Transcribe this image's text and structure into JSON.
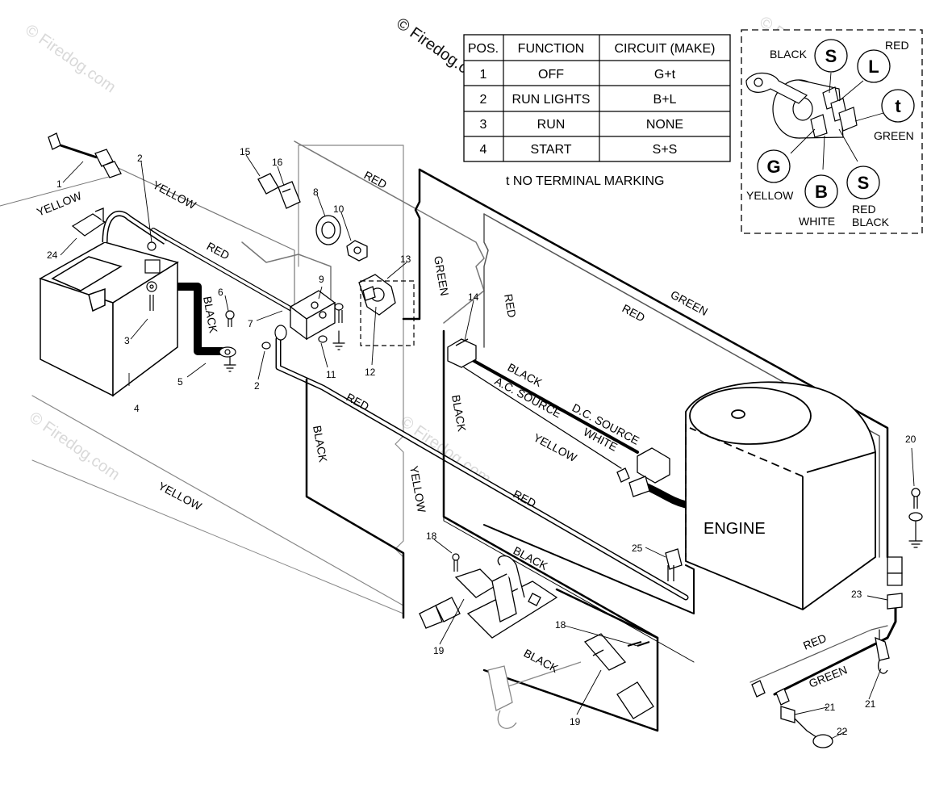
{
  "watermark": {
    "brand": "© Firedog.com",
    "faint": "© Firedog.com"
  },
  "function_table": {
    "headers": [
      "POS.",
      "FUNCTION",
      "CIRCUIT  (MAKE)"
    ],
    "rows": [
      [
        "1",
        "OFF",
        "G+t"
      ],
      [
        "2",
        "RUN LIGHTS",
        "B+L"
      ],
      [
        "3",
        "RUN",
        "NONE"
      ],
      [
        "4",
        "START",
        "S+S"
      ]
    ],
    "note": "t  NO TERMINAL MARKING"
  },
  "switch_detail": {
    "terminals": {
      "s_top": "S",
      "l": "L",
      "t": "t",
      "g": "G",
      "b": "B",
      "s_bottom": "S"
    },
    "labels": {
      "black": "BLACK",
      "red": "RED",
      "green": "GREEN",
      "yellow": "YELLOW",
      "white": "WHITE",
      "red_black_1": "RED",
      "red_black_2": "BLACK"
    }
  },
  "engine_label": "ENGINE",
  "wire_labels": {
    "yellow_left": "YELLOW",
    "yellow_top": "YELLOW",
    "red_battery": "RED",
    "black_battery": "BLACK",
    "red_top": "RED",
    "green_mid": "GREEN",
    "red_vertical": "RED",
    "red_long": "RED",
    "green_long": "GREEN",
    "black_engine": "BLACK",
    "ac_source": "A.C. SOURCE",
    "dc_source": "D.C. SOURCE",
    "white": "WHITE",
    "yellow_engine": "YELLOW",
    "black_v1": "BLACK",
    "red_mid": "RED",
    "black_v2": "BLACK",
    "red_lower": "RED",
    "yellow_vertical": "YELLOW",
    "black_lower": "BLACK",
    "yellow_bottom": "YELLOW",
    "black_bottom": "BLACK",
    "red_right": "RED",
    "green_right": "GREEN"
  },
  "part_numbers": {
    "p1": "1",
    "p2a": "2",
    "p2b": "2",
    "p3": "3",
    "p4": "4",
    "p5": "5",
    "p6": "6",
    "p7": "7",
    "p8": "8",
    "p9": "9",
    "p10": "10",
    "p11": "11",
    "p12": "12",
    "p13": "13",
    "p14": "14",
    "p15": "15",
    "p16": "16",
    "p18a": "18",
    "p18b": "18",
    "p19a": "19",
    "p19b": "19",
    "p20": "20",
    "p21a": "21",
    "p21b": "21",
    "p22": "22",
    "p23": "23",
    "p24": "24",
    "p25": "25"
  }
}
